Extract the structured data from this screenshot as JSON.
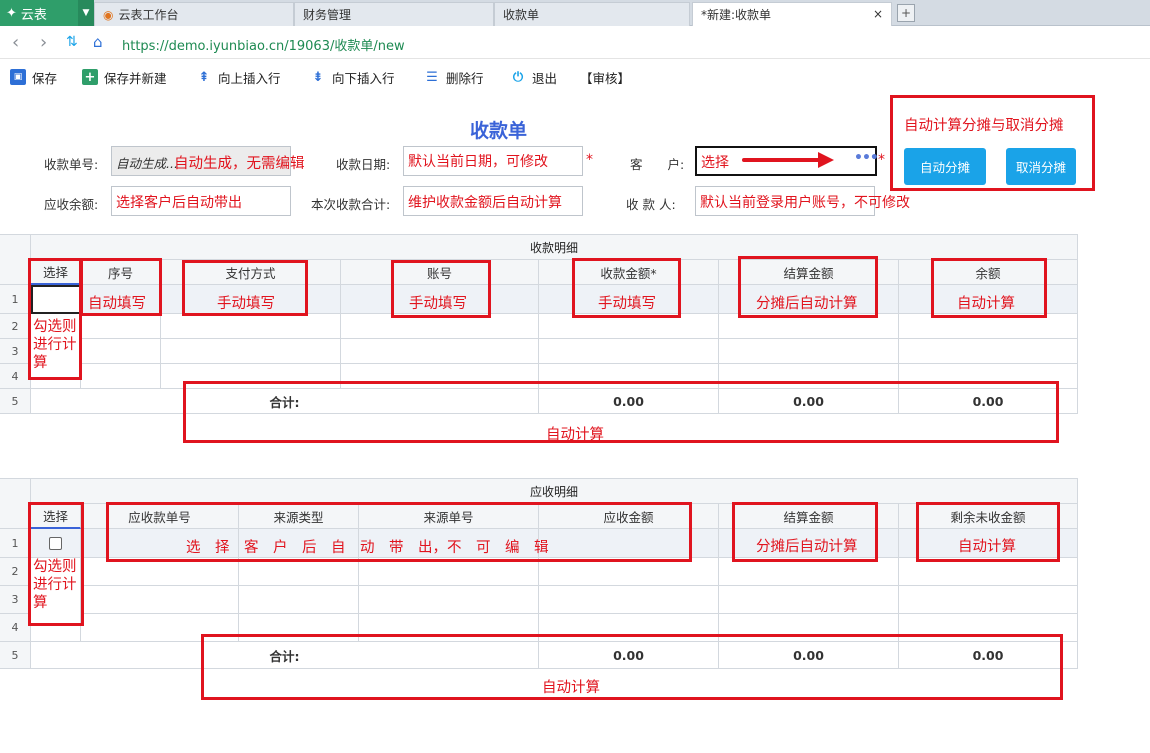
{
  "app": {
    "name": "云表",
    "dropdown_icon": "caret-down-icon"
  },
  "tabs": [
    {
      "label": "云表工作台",
      "active": false
    },
    {
      "label": "财务管理",
      "active": false
    },
    {
      "label": "收款单",
      "active": false
    },
    {
      "label": "*新建:收款单",
      "active": true,
      "close": "×"
    }
  ],
  "newtab_icon": "plus-icon",
  "address": {
    "url": "https://demo.iyunbiao.cn/19063/收款单/new"
  },
  "toolbar": {
    "save": "保存",
    "save_new": "保存并新建",
    "insert_up": "向上插入行",
    "insert_down": "向下插入行",
    "delete_row": "删除行",
    "exit": "退出",
    "audit": "【审核】"
  },
  "form": {
    "title": "收款单",
    "receipt_no_label": "收款单号:",
    "receipt_no_value": "自动生成...",
    "receipt_date_label": "收款日期:",
    "receipt_date_value": "默认当前日期，可修改",
    "customer_label": "客　　户:",
    "customer_value": "选择",
    "required_mark": "*",
    "receivable_balance_label": "应收余额:",
    "receivable_balance_value": "选择客户后自动带出",
    "current_total_label": "本次收款合计:",
    "current_total_value": "维护收款金额后自动计算",
    "payee_label": "收 款 人:",
    "payee_value": "默认当前登录用户账号，不可修改",
    "ellipsis": "•••"
  },
  "annotations": {
    "receipt_no_note": "自动生成，无需编辑",
    "allocate_title": "自动计算分摊与取消分摊",
    "check_calc": "勾选则进行计算",
    "auto_fill": "自动填写",
    "manual_fill": "手动填写",
    "after_alloc": "分摊后自动计算",
    "auto_calc": "自动计算",
    "select_bring": "选　择　客　户　后　自　动　带　出，不　可　编　辑"
  },
  "buttons": {
    "auto_allocate": "自动分摊",
    "cancel_allocate": "取消分摊"
  },
  "receipt_detail": {
    "title": "收款明细",
    "columns": [
      "选择",
      "序号",
      "支付方式",
      "账号",
      "收款金额*",
      "结算金额",
      "余额"
    ],
    "rows": [
      "1",
      "2",
      "3",
      "4",
      "5"
    ],
    "total_label": "合计:",
    "totals": [
      "0.00",
      "0.00",
      "0.00"
    ]
  },
  "receivable_detail": {
    "title": "应收明细",
    "columns": [
      "选择",
      "应收款单号",
      "来源类型",
      "来源单号",
      "应收金额",
      "结算金额",
      "剩余未收金额"
    ],
    "rows": [
      "1",
      "2",
      "3",
      "4",
      "5"
    ],
    "total_label": "合计:",
    "totals": [
      "0.00",
      "0.00",
      "0.00"
    ]
  },
  "colors": {
    "accent_red": "#e0141f",
    "brand_green": "#2f9e6a",
    "button_blue": "#1aa3e8",
    "title_blue": "#3a63d8"
  }
}
